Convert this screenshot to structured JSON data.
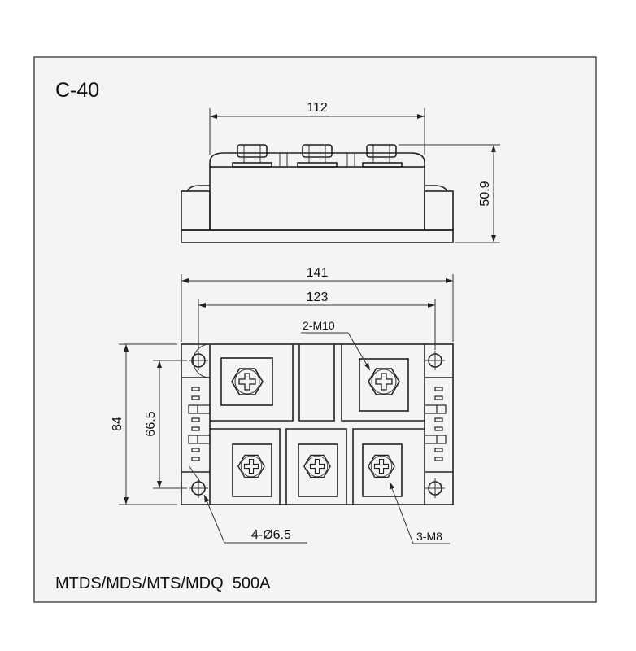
{
  "title": "C-40",
  "model": "MTDS/MDS/MTS/MDQ  500A",
  "dimensions": {
    "top_width": "112",
    "height": "50.9",
    "overall_length": "141",
    "hole_spacing_length": "123",
    "overall_width": "84",
    "hole_spacing_width": "66.5"
  },
  "callouts": {
    "main_terminals": "2-M10",
    "mounting_holes": "4-Ø6.5",
    "aux_terminals": "3-M8"
  }
}
